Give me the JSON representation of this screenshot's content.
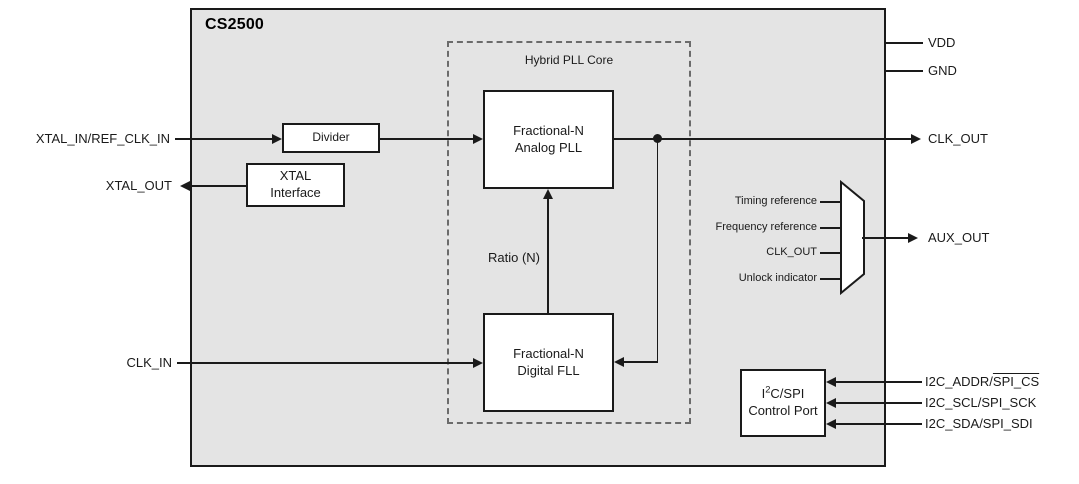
{
  "diagram": {
    "chip_name": "CS2500",
    "core_block_label": "Hybrid PLL Core",
    "blocks": {
      "divider": "Divider",
      "xtal_interface_line1": "XTAL",
      "xtal_interface_line2": "Interface",
      "analog_pll_line1": "Fractional-N",
      "analog_pll_line2": "Analog PLL",
      "digital_fll_line1": "Fractional-N",
      "digital_fll_line2": "Digital FLL",
      "control_port_line1_pre": "I",
      "control_port_line1_sup": "2",
      "control_port_line1_post": "C/SPI",
      "control_port_line2": "Control Port"
    },
    "signals": {
      "ratio": "Ratio (N)",
      "xtal_in": "XTAL_IN/REF_CLK_IN",
      "xtal_out": "XTAL_OUT",
      "clk_in": "CLK_IN",
      "clk_out": "CLK_OUT",
      "aux_out": "AUX_OUT",
      "vdd": "VDD",
      "gnd": "GND"
    },
    "mux_inputs": [
      "Timing reference",
      "Frequency reference",
      "CLK_OUT",
      "Unlock indicator"
    ],
    "control_pins": [
      {
        "prefix": "I2C_ADDR/",
        "overlined": "SPI_CS"
      },
      {
        "prefix": "I2C_SCL/SPI_SCK",
        "overlined": ""
      },
      {
        "prefix": "I2C_SDA/SPI_SDI",
        "overlined": ""
      }
    ],
    "colors": {
      "chip_fill": "#e4e4e4",
      "block_fill": "#ffffff",
      "line": "#1a1a1a",
      "dashed_border": "#6b6b6b",
      "page_background": "#ffffff"
    }
  }
}
